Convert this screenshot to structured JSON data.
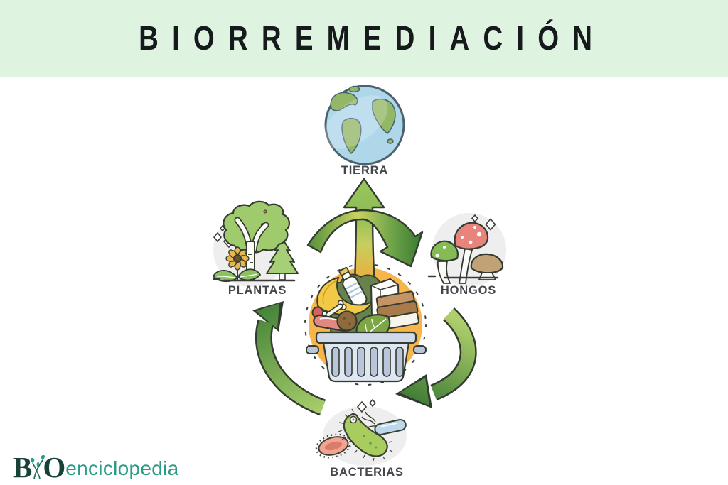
{
  "header": {
    "title": "BIORREMEDIACIÓN",
    "background": "#dff3e1",
    "text_color": "#171a1c"
  },
  "diagram": {
    "center": {
      "icon": "trash-bin-with-waste-icon",
      "circle_color": "#f7b54a"
    },
    "arrows": {
      "style": "outlined-green-cycle",
      "color_light": "#c9d262",
      "color_dark": "#47853a"
    },
    "node_circle_color": "#eeeeee",
    "label_color": "#43474b",
    "nodes": {
      "tierra": {
        "label": "TIERRA",
        "icon": "earth-globe-icon",
        "position": "top"
      },
      "plantas": {
        "label": "PLANTAS",
        "icon": "trees-icon",
        "position": "left"
      },
      "hongos": {
        "label": "HONGOS",
        "icon": "mushrooms-icon",
        "position": "right"
      },
      "bacterias": {
        "label": "BACTERIAS",
        "icon": "bacteria-icon",
        "position": "bottom"
      }
    }
  },
  "logo": {
    "b": "B",
    "o": "O",
    "rest": "enciclopedia",
    "dark_color": "#16423a",
    "teal_color": "#2a9b85"
  }
}
